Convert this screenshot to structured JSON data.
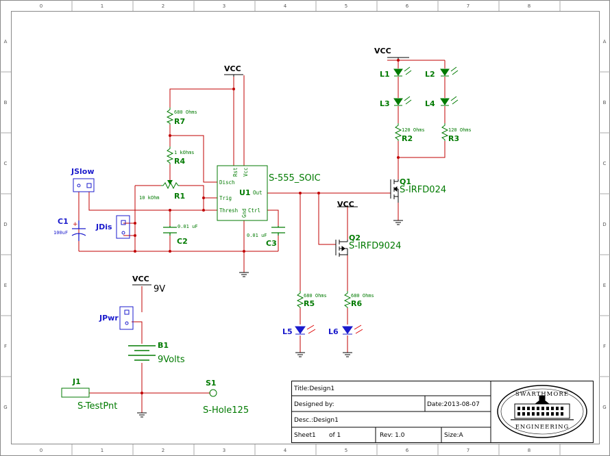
{
  "colors": {
    "wire": "#c00000",
    "component": "#007a00",
    "connector": "#1a1acc",
    "ink": "#000000",
    "led_red": "#dd0000",
    "led_green": "#007a00",
    "border": "#888888"
  },
  "ruler": {
    "columns": [
      "0",
      "1",
      "2",
      "3",
      "4",
      "5",
      "6",
      "7",
      "8"
    ],
    "rows": [
      "A",
      "B",
      "C",
      "D",
      "E",
      "F",
      "G"
    ]
  },
  "power": {
    "vcc_label": "VCC",
    "battery_voltage": "9V"
  },
  "components": {
    "jslow": {
      "ref": "JSlow"
    },
    "jdis": {
      "ref": "JDis"
    },
    "jpwr": {
      "ref": "JPwr"
    },
    "c1": {
      "ref": "C1",
      "value": "100uF"
    },
    "c2": {
      "ref": "C2",
      "value": "0.01 uF"
    },
    "c3": {
      "ref": "C3",
      "value": "0.01 uF"
    },
    "r1": {
      "ref": "R1",
      "value": "10 kOhm"
    },
    "r2": {
      "ref": "R2",
      "value": "120 Ohms"
    },
    "r3": {
      "ref": "R3",
      "value": "120 Ohms"
    },
    "r4": {
      "ref": "R4",
      "value": "1 kOhms"
    },
    "r5": {
      "ref": "R5",
      "value": "680 Ohms"
    },
    "r6": {
      "ref": "R6",
      "value": "680 Ohms"
    },
    "r7": {
      "ref": "R7",
      "value": "680 Ohms"
    },
    "u1": {
      "ref": "U1",
      "part": "S-555_SOIC",
      "pins": {
        "disch": "Disch",
        "rst": "Rst",
        "vcc": "Vcc",
        "trig": "Trig",
        "out": "Out",
        "thresh": "Thresh",
        "ctrl": "Ctrl",
        "gnd": "Gnd"
      }
    },
    "q1": {
      "ref": "Q1",
      "part": "S-IRFD024"
    },
    "q2": {
      "ref": "Q2",
      "part": "S-IRFD9024"
    },
    "l1": {
      "ref": "L1"
    },
    "l2": {
      "ref": "L2"
    },
    "l3": {
      "ref": "L3"
    },
    "l4": {
      "ref": "L4"
    },
    "l5": {
      "ref": "L5"
    },
    "l6": {
      "ref": "L6"
    },
    "b1": {
      "ref": "B1",
      "value": "9Volts"
    },
    "j1": {
      "ref": "J1",
      "part": "S-TestPnt"
    },
    "s1": {
      "ref": "S1",
      "part": "S-Hole125"
    }
  },
  "title_block": {
    "title": "Title:Design1",
    "designed_by": "Designed by:",
    "date": "Date:2013-08-07",
    "desc": "Desc.:Design1",
    "sheet": "Sheet1",
    "of": "of 1",
    "rev": "Rev: 1.0",
    "size": "Size:A"
  },
  "logo": {
    "top": "SWARTHMORE",
    "bottom": "ENGINEERING"
  }
}
